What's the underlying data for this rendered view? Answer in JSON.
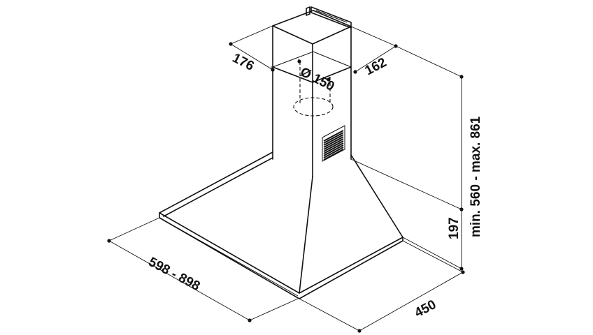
{
  "dimensions": {
    "chimney_depth": "176",
    "chimney_width": "162",
    "duct_diameter": "Ø 150",
    "width_range": "598 - 898",
    "hood_depth": "450",
    "canopy_height": "197",
    "total_height": "min. 560 - max. 861"
  },
  "colors": {
    "line": "#111111",
    "background": "#ffffff"
  }
}
